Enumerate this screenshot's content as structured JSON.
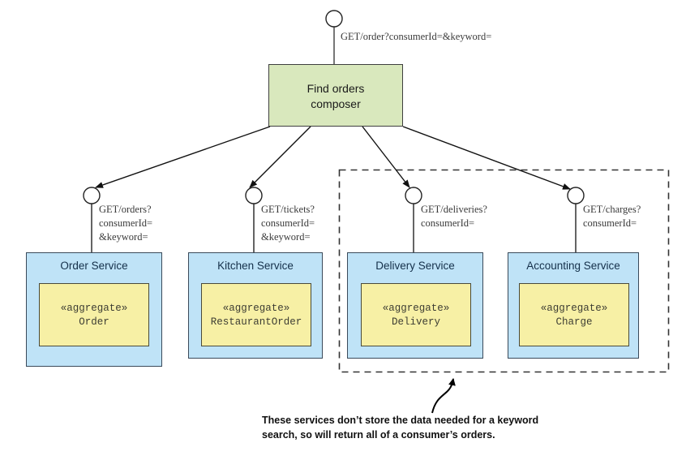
{
  "diagram": {
    "title_top_label": "GET/order?consumerId=&keyword=",
    "composer": {
      "line1": "Find orders",
      "line2": "composer",
      "fill": "#d9e8bd"
    },
    "services": [
      {
        "name": "Order Service",
        "aggregate_stereotype": "«aggregate»",
        "aggregate_name": "Order",
        "port_label_lines": [
          "GET/orders?",
          "consumerId=",
          "&keyword="
        ],
        "fill": "#bfe3f7",
        "aggregate_fill": "#f7f0a5",
        "in_dashed_region": false
      },
      {
        "name": "Kitchen Service",
        "aggregate_stereotype": "«aggregate»",
        "aggregate_name": "RestaurantOrder",
        "port_label_lines": [
          "GET/tickets?",
          "consumerId=",
          "&keyword="
        ],
        "fill": "#bfe3f7",
        "aggregate_fill": "#f7f0a5",
        "in_dashed_region": false
      },
      {
        "name": "Delivery Service",
        "aggregate_stereotype": "«aggregate»",
        "aggregate_name": "Delivery",
        "port_label_lines": [
          "GET/deliveries?",
          "consumerId="
        ],
        "fill": "#bfe3f7",
        "aggregate_fill": "#f7f0a5",
        "in_dashed_region": true
      },
      {
        "name": "Accounting Service",
        "aggregate_stereotype": "«aggregate»",
        "aggregate_name": "Charge",
        "port_label_lines": [
          "GET/charges?",
          "consumerId="
        ],
        "fill": "#bfe3f7",
        "aggregate_fill": "#f7f0a5",
        "in_dashed_region": true
      }
    ],
    "annotation": {
      "line1": "These services don’t store the data needed for a keyword",
      "line2": "search, so will return all of a consumer’s orders."
    },
    "stroke_color": "#1a1a1a",
    "dashed_region_color": "#333333"
  }
}
